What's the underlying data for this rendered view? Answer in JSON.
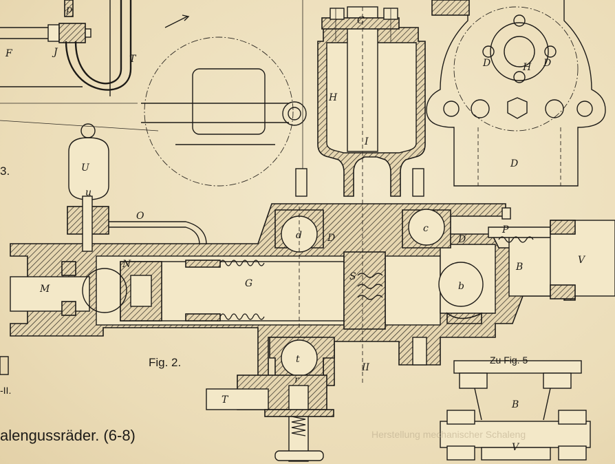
{
  "labels": {
    "C": "C",
    "H": "H",
    "I": "I",
    "T": "T",
    "F": "F",
    "J": "J",
    "D": "D",
    "U": "U",
    "u": "u",
    "O": "O",
    "N": "N",
    "M": "M",
    "G": "G",
    "d": "d",
    "c": "c",
    "S": "S",
    "b": "b",
    "B": "B",
    "V": "V",
    "P": "P",
    "t": "t",
    "r": "r",
    "II": "II",
    "p": "p"
  },
  "captions": {
    "fig2": "Fig. 2.",
    "zu_fig5": "Zu Fig. 5",
    "left_3": "3.",
    "left_II": "-II.",
    "bottom_title": "alengussräder. (6-8)",
    "ghost_text": "Herstellung mechanischer Schaleng"
  },
  "colors": {
    "paper": "#efe3c2",
    "ink": "#1c1a17"
  }
}
